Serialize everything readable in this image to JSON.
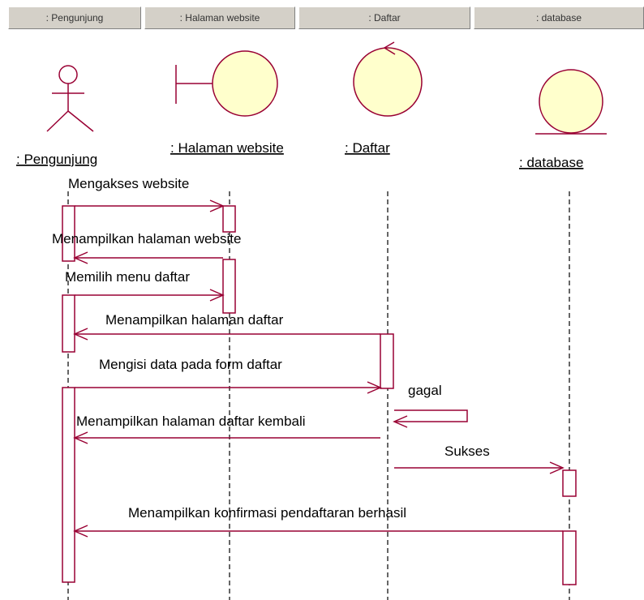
{
  "header": {
    "columns": [
      ": Pengunjung",
      ": Halaman website",
      ": Daftar",
      ": database"
    ]
  },
  "objects": {
    "actor": ": Pengunjung",
    "boundary": ": Halaman website",
    "control": ": Daftar",
    "entity": ": database"
  },
  "messages": [
    "Mengakses website",
    "Menampilkan halaman website",
    "Memilih menu daftar",
    "Menampilkan halaman daftar",
    "Mengisi  data pada form daftar",
    "gagal",
    "Menampilkan halaman daftar kembali",
    "Sukses",
    "Menampilkan konfirmasi pendaftaran berhasil"
  ],
  "colors": {
    "message_line": "#990033",
    "object_fill": "#ffffcc",
    "header_bg": "#d4d0c8"
  }
}
